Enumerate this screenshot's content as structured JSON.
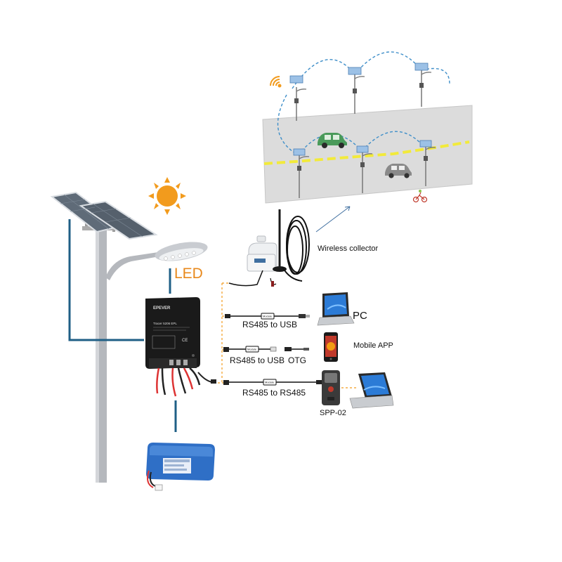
{
  "labels": {
    "led": "LED",
    "wireless_collector": "Wireless collector",
    "pc": "PC",
    "mobile_app": "Mobile APP",
    "rs485_usb_1": "RS485 to USB",
    "rs485_usb_2": "RS485 to USB",
    "otg": "OTG",
    "rs485_rs485": "RS485 to RS485",
    "spp02": "SPP-02"
  },
  "controller": {
    "brand": "EPEVER",
    "model": "Tracer 5206 EPL",
    "ce": "CE"
  },
  "adapters": {
    "usb1": "Module",
    "usb2": "Module",
    "rs485": "Module"
  },
  "colors": {
    "wire_blue": "#1f5f86",
    "sun_orange": "#f29b1d",
    "led_text": "#e8891c",
    "road_gray": "#dcdcdc",
    "road_line": "#f2ea3a",
    "dashed_blue": "#3f8fc9",
    "car_green": "#4a9a5a",
    "controller_black": "#1a1a1a",
    "battery_blue": "#2f6fc6"
  },
  "icons": [
    "sun-icon",
    "solar-panel-icon",
    "street-lamp-icon",
    "controller-icon",
    "battery-icon",
    "antenna-icon",
    "laptop-icon",
    "phone-icon",
    "car-icon",
    "bicycle-icon",
    "wifi-icon"
  ]
}
